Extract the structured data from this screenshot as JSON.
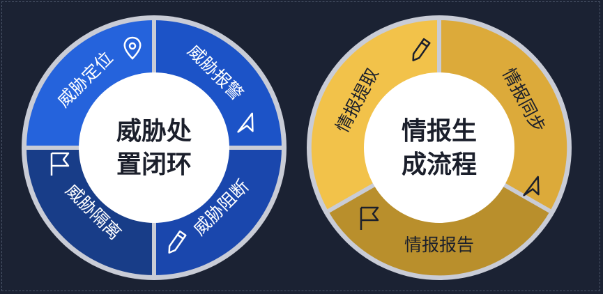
{
  "left_cycle": {
    "center_lines": [
      "威胁处",
      "置闭环"
    ],
    "segments": [
      {
        "label": "威胁定位",
        "icon": "location-pin-icon",
        "color": "#1f5bd6"
      },
      {
        "label": "威胁报警",
        "icon": "send-arrow-icon",
        "color": "#1a4fc0"
      },
      {
        "label": "威胁阻断",
        "icon": "pencil-icon",
        "color": "#1845a8"
      },
      {
        "label": "威胁隔离",
        "icon": "flag-icon",
        "color": "#173d86"
      }
    ]
  },
  "right_cycle": {
    "center_lines": [
      "情报生",
      "成流程"
    ],
    "segments": [
      {
        "label": "情报提取",
        "icon": "pencil-icon",
        "color": "#f2c24a"
      },
      {
        "label": "情报同步",
        "icon": "send-arrow-icon",
        "color": "#dcaa3a"
      },
      {
        "label": "情报报告",
        "icon": "flag-icon",
        "color": "#b98f2c"
      }
    ]
  }
}
